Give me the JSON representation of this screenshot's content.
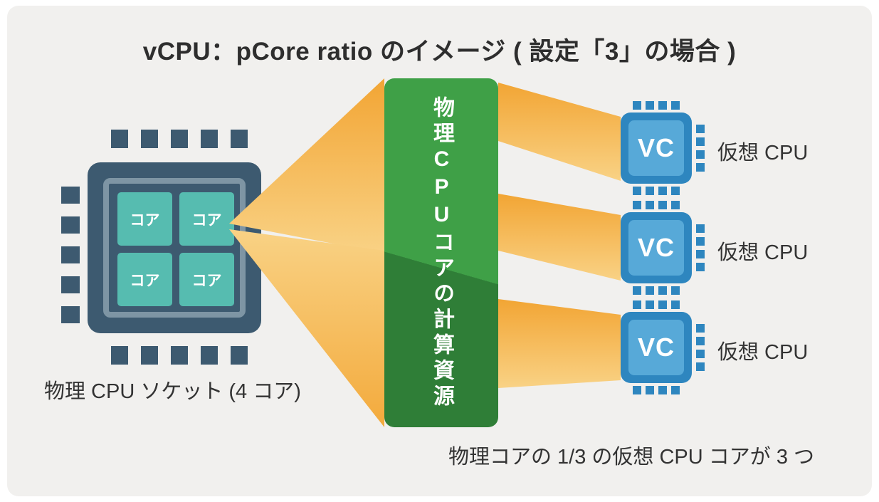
{
  "title": "vCPU：pCore ratio のイメージ ( 設定「3」の場合 )",
  "physical_cpu": {
    "caption": "物理 CPU ソケット (4 コア)",
    "cores": [
      "コア",
      "コア",
      "コア",
      "コア"
    ]
  },
  "resource_bar": {
    "label": "物理CPUコアの計算資源"
  },
  "virtual_cpus": [
    {
      "chip": "VC",
      "caption": "仮想 CPU"
    },
    {
      "chip": "VC",
      "caption": "仮想 CPU"
    },
    {
      "chip": "VC",
      "caption": "仮想 CPU"
    }
  ],
  "footnote": "物理コアの 1/3 の仮想 CPU コアが 3 つ",
  "colors": {
    "background": "#f1f0ee",
    "chip_body": "#3d5a70",
    "chip_outline": "#7e95a4",
    "core_teal": "#56bcb0",
    "bar_green": "#3fa047",
    "bar_green_dark": "#2f7e37",
    "beam_orange": "#f2a534",
    "beam_light_yellow": "#f9d285",
    "vcpu_blue": "#2e86bf",
    "vcpu_blue_light": "#57a9d8",
    "text": "#333333"
  }
}
